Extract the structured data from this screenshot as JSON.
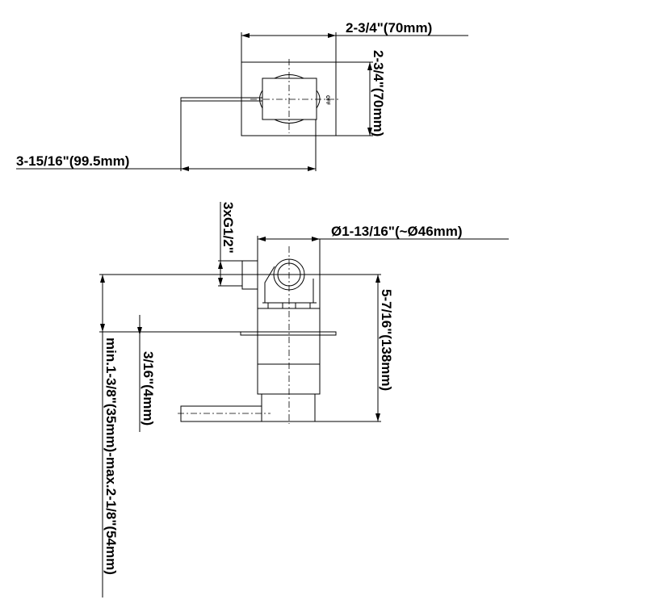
{
  "top_view": {
    "width_label": "2-3/4\"(70mm)",
    "height_label": "2-3/4\"(70mm)",
    "lever_label": "3-15/16\"(99.5mm)",
    "off_mark": "OFF"
  },
  "side_view": {
    "inlet_label": "3xG1/2\"",
    "diameter_label": "Ø1-13/16\"(~Ø46mm)",
    "height_label": "5-7/16\"(138mm)",
    "plate_label": "3/16\"(4mm)",
    "depth_label": "min.1-3/8\"(35mm)-max.2-1/8\"(54mm)"
  }
}
